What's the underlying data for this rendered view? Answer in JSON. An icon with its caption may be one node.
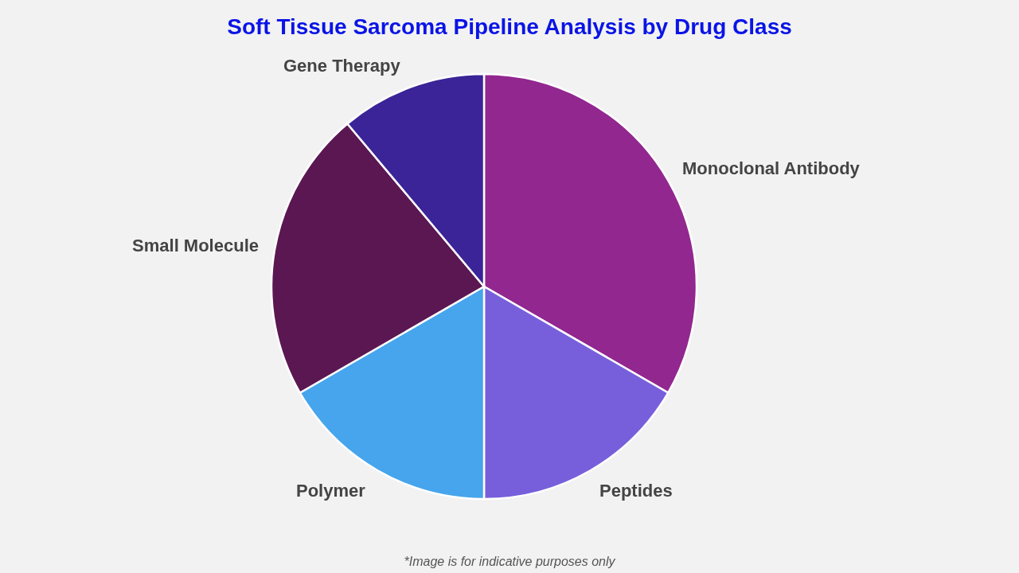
{
  "diagram": {
    "title": "Soft Tissue Sarcoma Pipeline Analysis by Drug Class",
    "caption": "*Image is for indicative purposes only",
    "labels": [
      "Gene Therapy",
      "Monoclonal Antibody",
      "Small Molecule",
      "Polymer",
      "Peptides"
    ]
  }
}
